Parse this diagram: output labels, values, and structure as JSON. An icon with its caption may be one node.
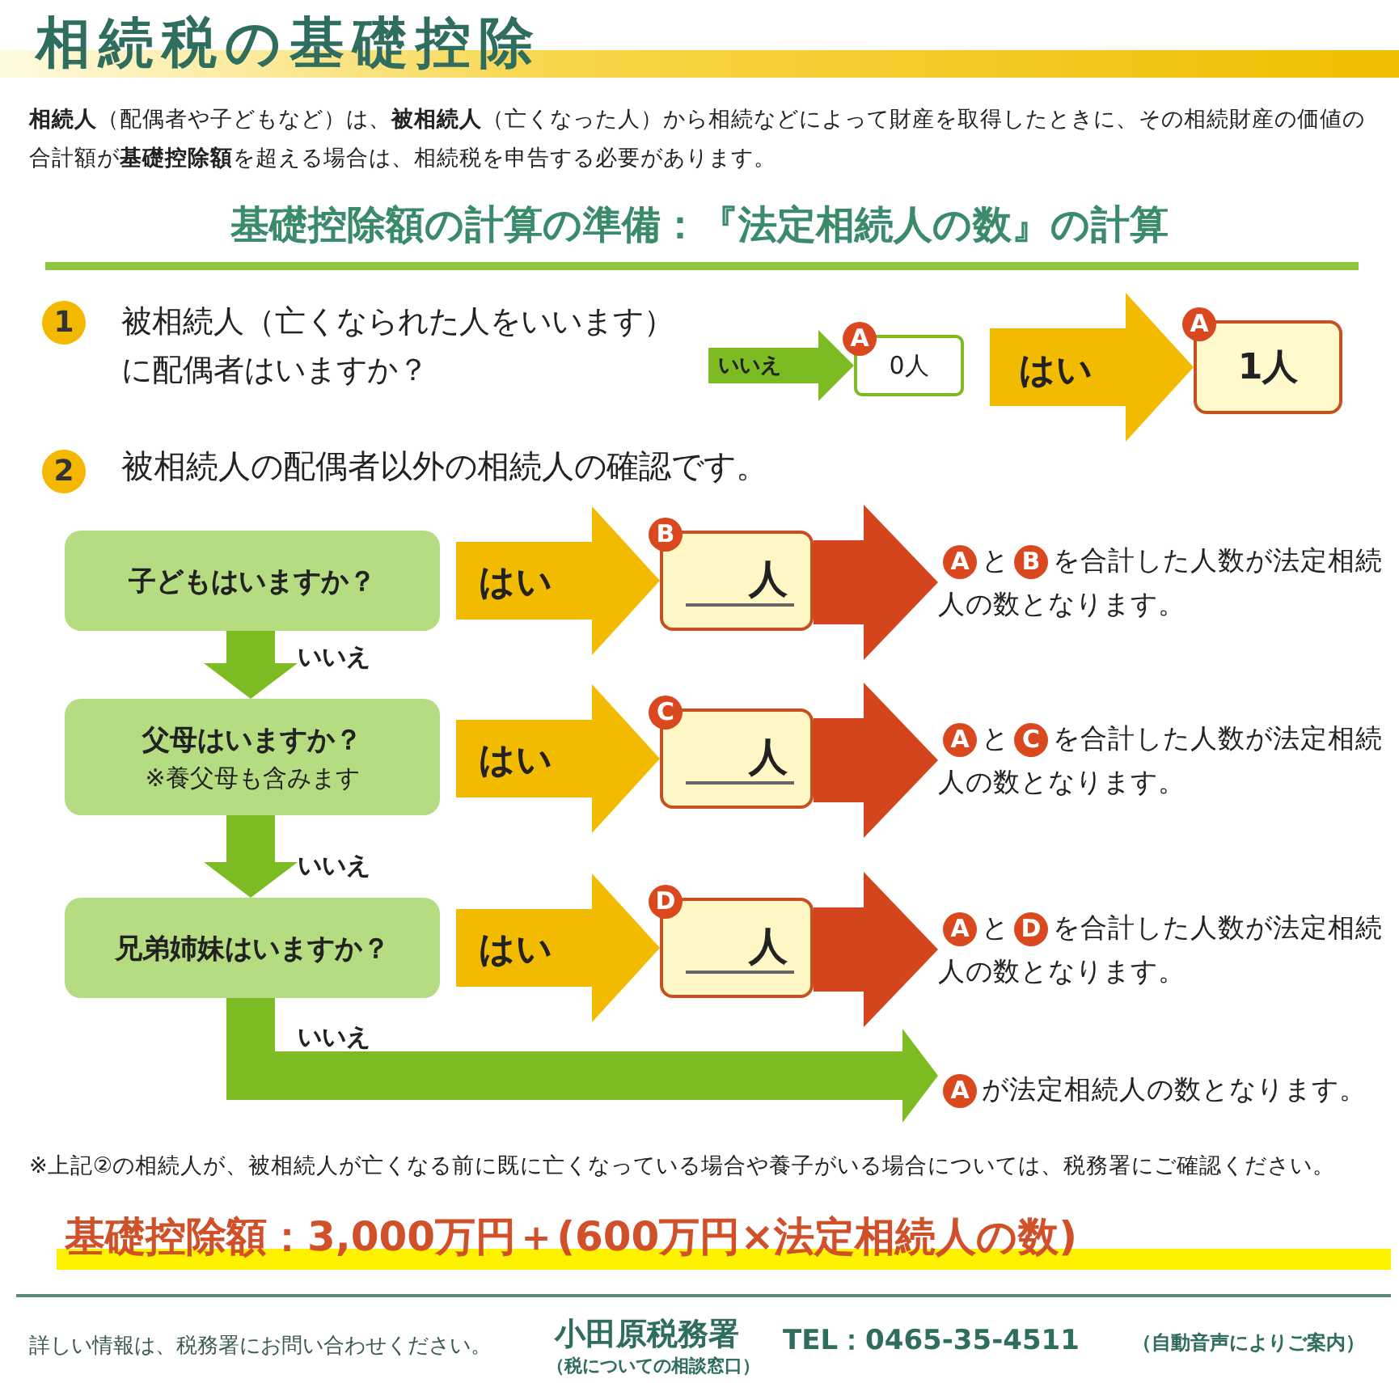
{
  "diagram": {
    "title": "相続税の基礎控除",
    "nodes": [
      {
        "text": [
          "A",
          "0人"
        ]
      },
      {
        "text": [
          "A",
          "1人"
        ]
      },
      {
        "text": [
          "子どもはいますか？"
        ]
      },
      {
        "text": [
          "B",
          "人"
        ]
      },
      {
        "text": [
          "**A**と**B**を合計した人数が法定相続人の数となります。"
        ]
      },
      {
        "text": [
          "父母はいますか？",
          "※養父母も含みます"
        ]
      },
      {
        "text": [
          "C",
          "人"
        ]
      },
      {
        "text": [
          "**A**と**C**を合計した人数が法定相続人の数となります。"
        ]
      },
      {
        "text": [
          "兄弟姉妹はいますか？"
        ]
      },
      {
        "text": [
          "D",
          "人"
        ]
      },
      {
        "text": [
          "**A**と**D**を合計した人数が法定相続人の数となります。"
        ]
      },
      {
        "text": [
          "**A**が法定相続人の数となります。"
        ]
      }
    ],
    "edges": [
      {
        "from": null,
        "to": 0,
        "arrow": "to",
        "label": "いいえ",
        "color": "#7dbb22"
      },
      {
        "from": null,
        "to": 1,
        "arrow": "to",
        "label": "はい",
        "color": "#f3bb00"
      },
      {
        "from": 2,
        "to": 3,
        "arrow": "to",
        "label": "はい",
        "color": "#f3bb00"
      },
      {
        "from": 3,
        "to": 4,
        "arrow": "to",
        "color": "#d4451e"
      },
      {
        "from": 2,
        "to": 5,
        "arrow": "to",
        "label": "いいえ",
        "color": "#7dbb22"
      },
      {
        "from": 5,
        "to": 6,
        "arrow": "to",
        "label": "はい",
        "color": "#f3bb00"
      },
      {
        "from": 6,
        "to": 7,
        "arrow": "to",
        "color": "#d4451e"
      },
      {
        "from": 5,
        "to": 8,
        "arrow": "to",
        "label": "いいえ",
        "color": "#7dbb22"
      },
      {
        "from": 8,
        "to": 9,
        "arrow": "to",
        "label": "はい",
        "color": "#f3bb00"
      },
      {
        "from": 9,
        "to": 10,
        "arrow": "to",
        "color": "#d4451e"
      },
      {
        "from": 8,
        "to": 11,
        "arrow": "to",
        "label": "いいえ",
        "color": "#7dbb22"
      }
    ],
    "labels": [
      "**相続人**（配偶者や子どもなど）は、**被相続人**（亡くなった人）から相続などによって財産を取得したときに、その相続財産の価値の合計額が**基礎控除額**を超える場合は、相続税を申告する必要があります。",
      "基礎控除額の計算の準備：『法定相続人の数』の計算",
      "1",
      "被相続人（亡くなられた人をいいます）に配偶者はいますか？",
      "2",
      "被相続人の配偶者以外の相続人の確認です。",
      "※上記②の相続人が、被相続人が亡くなる前に既に亡くなっている場合や養子がいる場合については、税務署にご確認ください。",
      "基礎控除額：3,000万円＋(600万円×法定相続人の数)",
      "詳しい情報は、税務署にお問い合わせください。",
      "小田原税務署",
      "（税についての相談窓口）",
      "TEL：0465-35-4511",
      "（自動音声によりご案内）"
    ]
  }
}
